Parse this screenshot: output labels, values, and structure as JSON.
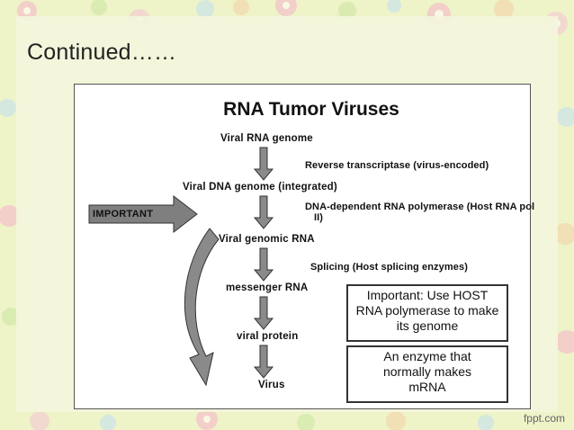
{
  "slide": {
    "title": "Continued……",
    "brand": "fppt.com"
  },
  "figure": {
    "title": "RNA Tumor Viruses",
    "steps": [
      "Viral RNA genome",
      "Viral DNA genome (integrated)",
      "Viral genomic RNA",
      "messenger RNA",
      "viral protein",
      "Virus"
    ],
    "enzymes": [
      "Reverse transcriptase (virus-encoded)",
      "DNA-dependent RNA polymerase (Host RNA pol II)",
      "Splicing (Host splicing enzymes)"
    ],
    "important_label": "IMPORTANT",
    "notes": [
      "Important: Use HOST RNA polymerase to make its genome",
      "An enzyme that normally makes mRNA"
    ]
  },
  "colors": {
    "background": "#eef3c8",
    "arrow_fill": "#8a8a8a",
    "arrow_dark": "#444444"
  }
}
